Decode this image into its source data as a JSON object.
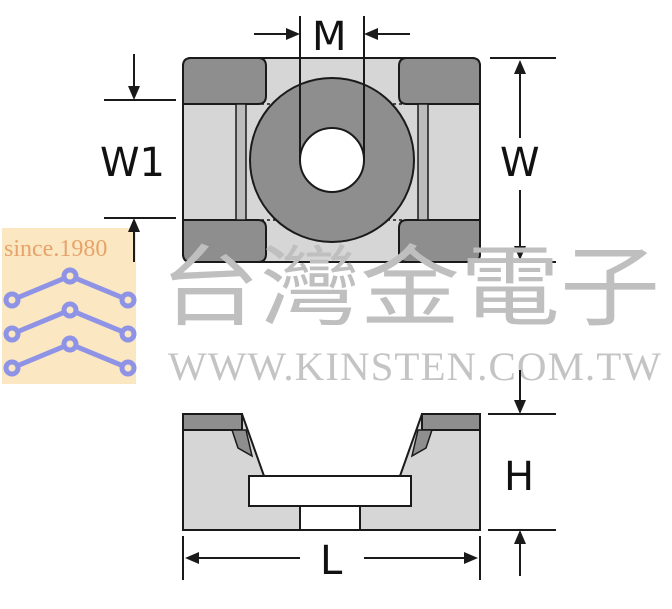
{
  "dimensions": {
    "m": "M",
    "w1": "W1",
    "w": "W",
    "h": "H",
    "l": "L"
  },
  "watermark": {
    "since": "since.1980",
    "company_cjk": "台灣金電子",
    "url": "WWW.KINSTEN.COM.TW"
  },
  "colors": {
    "body": "#d6d6d6",
    "dark": "#8e8e8e",
    "outline": "#1a1a1a",
    "logo_bg": "#fbe7c2",
    "logo_lines": "#8f93e6"
  }
}
